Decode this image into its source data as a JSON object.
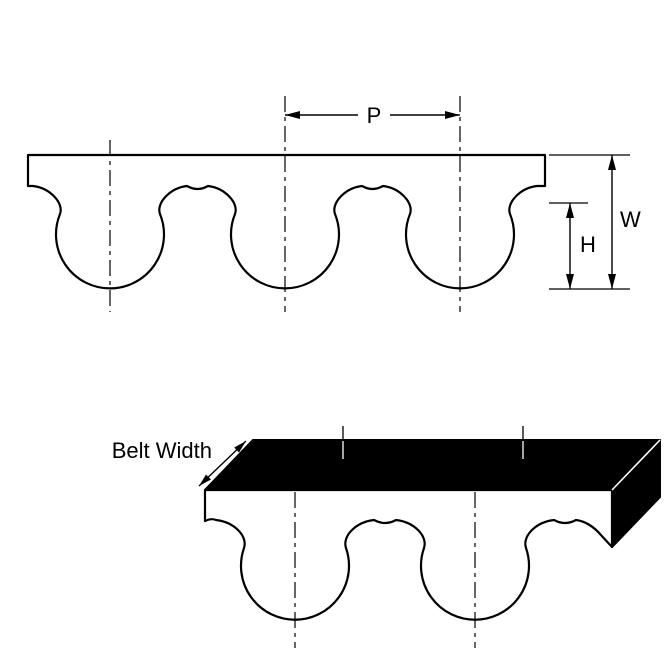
{
  "drawing": {
    "labels": {
      "pitch": "P",
      "width": "W",
      "height": "H",
      "belt_width": "Belt Width"
    },
    "colors": {
      "line": "#000000",
      "belt_fill": "#ffffff",
      "top_face_fill": "#000000",
      "end_face_fill": "#000000",
      "background": "#ffffff"
    }
  }
}
